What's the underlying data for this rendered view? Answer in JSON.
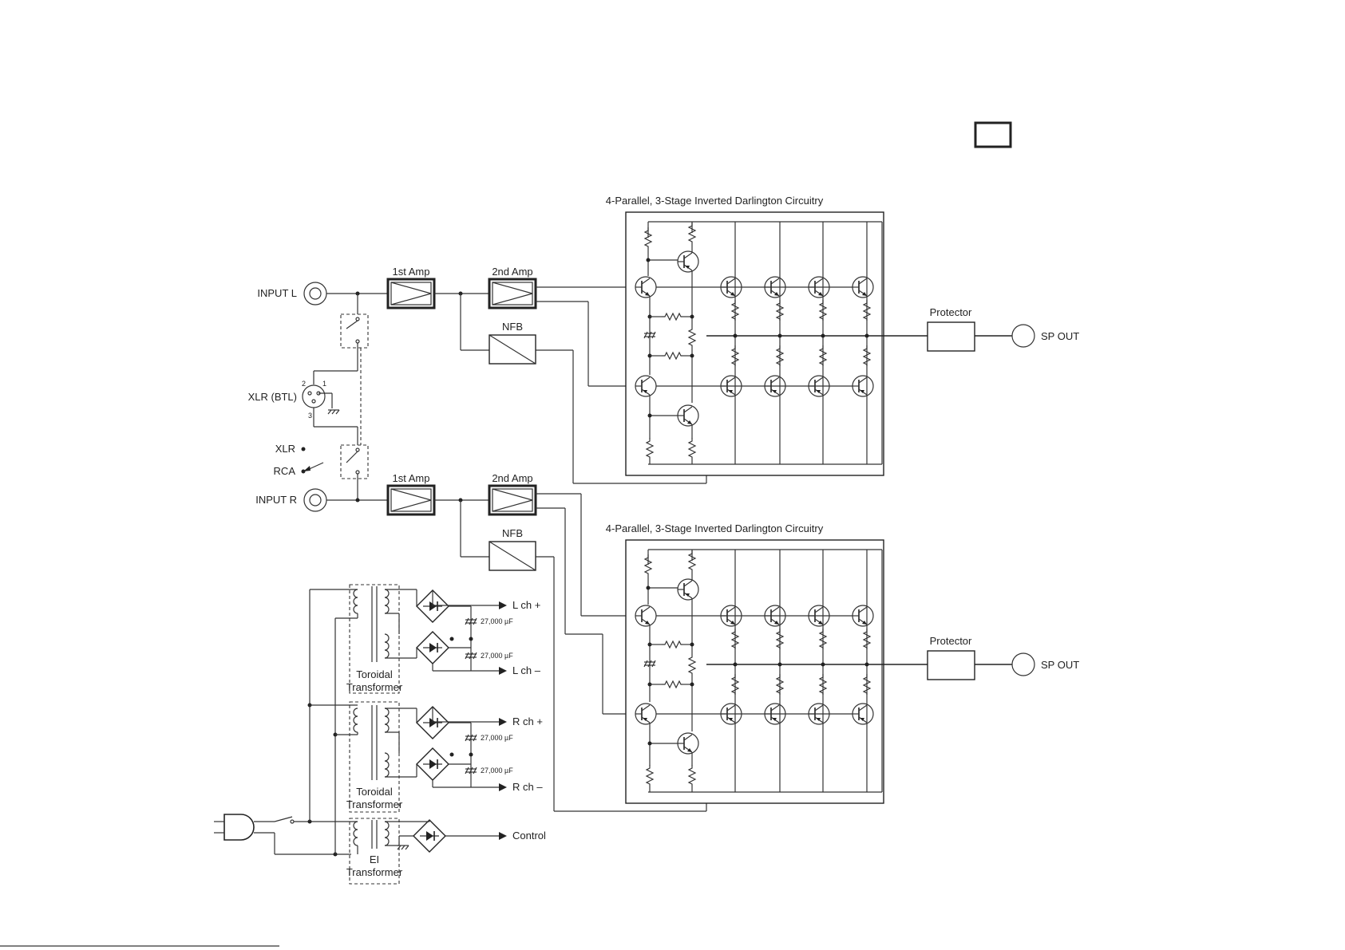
{
  "labels": {
    "input_l": "INPUT L",
    "input_r": "INPUT R",
    "xlr_btl": "XLR (BTL)",
    "xlr": "XLR",
    "rca": "RCA",
    "pin1": "1",
    "pin2": "2",
    "pin3": "3",
    "amp1": "1st Amp",
    "amp2": "2nd Amp",
    "nfb": "NFB",
    "darlington": "4-Parallel, 3-Stage Inverted Darlington Circuitry",
    "protector": "Protector",
    "sp_out": "SP OUT",
    "lch_plus": "L ch +",
    "lch_minus": "L ch –",
    "rch_plus": "R ch +",
    "rch_minus": "R ch –",
    "control": "Control",
    "cap": "27,000 µF",
    "toroidal": "Toroidal",
    "transformer": "Transformer",
    "ei": "EI"
  },
  "icons": [
    "rca-jack-icon",
    "xlr-connector-icon",
    "amplifier-icon",
    "transistor-icon",
    "resistor-icon",
    "diode-bridge-icon",
    "capacitor-icon",
    "ground-icon",
    "ac-plug-icon",
    "switch-icon"
  ]
}
